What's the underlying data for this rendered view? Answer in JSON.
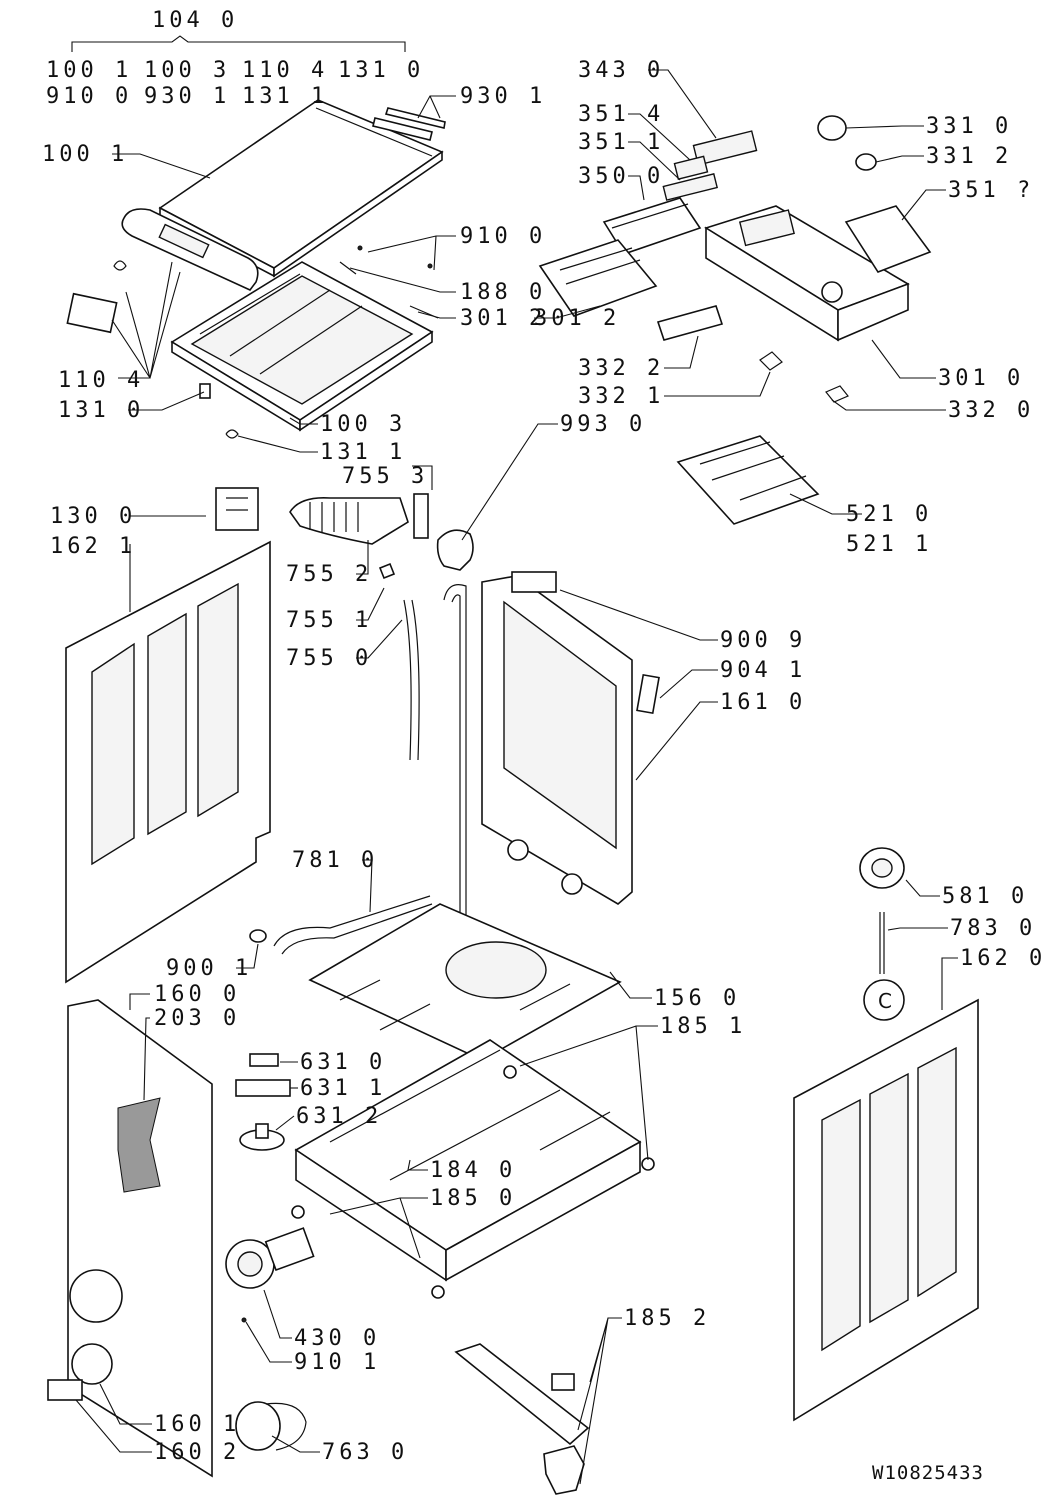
{
  "document_id": "W10825433",
  "callouts": {
    "c1040": "104 0",
    "c1001_top": "100 1",
    "c1003_top": "100 3",
    "c1104_top": "110 4",
    "c1310_top": "131 0",
    "c9100_top": "910 0",
    "c9301_top": "930 1",
    "c1311_top": "131 1",
    "c9301": "930 1",
    "c1001": "100 1",
    "c9100": "910 0",
    "c1880": "188 0",
    "c3012": "301 2",
    "c1104": "110 4",
    "c1310": "131 0",
    "c1003": "100 3",
    "c1311": "131 1",
    "c3430": "343 0",
    "c3514": "351 4",
    "c3511": "351 1",
    "c3500": "350 0",
    "c3322": "332 2",
    "c3321": "332 1",
    "c9930": "993 0",
    "c3310": "331 0",
    "c3312": "331 2",
    "c3517": "351 ?",
    "c3010": "301 0",
    "c3320": "332 0",
    "c5210": "521 0",
    "c5211": "521 1",
    "c7553": "755 3",
    "c1300": "130 0",
    "c1621": "162 1",
    "c7552": "755 2",
    "c7551": "755 1",
    "c7550": "755 0",
    "c9009": "900 9",
    "c9041": "904 1",
    "c1610": "161 0",
    "c7810": "781 0",
    "c5810": "581 0",
    "c7830": "783 0",
    "c1620": "162 0",
    "c9001": "900 1",
    "c1600": "160 0",
    "c2030": "203 0",
    "c1560": "156 0",
    "c1851": "185 1",
    "c6310": "631 0",
    "c6311": "631 1",
    "c6312": "631 2",
    "c1840": "184 0",
    "c1850": "185 0",
    "c1852": "185 2",
    "c4300": "430 0",
    "c9101": "910 1",
    "c1601": "160 1",
    "c1602": "160 2",
    "c7630": "763 0"
  }
}
